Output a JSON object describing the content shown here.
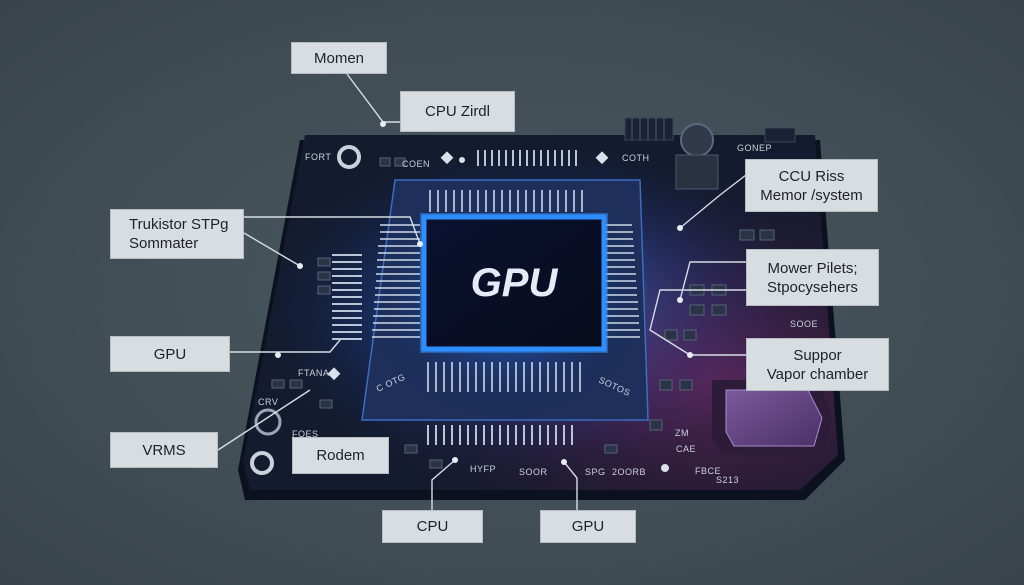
{
  "chip": {
    "title": "GPU"
  },
  "board_marks": {
    "top_left": "FORT",
    "top_mid": "COEN",
    "top_right": "COTH",
    "top_far_right": "GONEP",
    "right_mid": "SOOE",
    "chip_left": "C OTG",
    "chip_right": "SOTOS",
    "left_stack": "FTANA",
    "left_low": "CRV",
    "bottom_left": "FOES",
    "bottom_mid1": "HYFP",
    "bottom_mid2": "SOOR",
    "bottom_mid3": "SPG",
    "bottom_mid4": "2OORB",
    "bottom_right": "S213",
    "bottom_right2": "FBCE",
    "right_low": "ZM",
    "right_low2": "CAE"
  },
  "labels": {
    "momen": [
      "Momen"
    ],
    "cpu_zirdl": [
      "CPU Zirdl"
    ],
    "trukistor": [
      "Trukistor STPg",
      "Sommater"
    ],
    "ccu_riss": [
      "CCU Riss",
      "Memor /system"
    ],
    "mower_pilets": [
      "Mower Pilets;",
      "Stpocysehers"
    ],
    "gpu_left": [
      "GPU"
    ],
    "suppor": [
      "Suppor",
      "Vapor chamber"
    ],
    "vrms": [
      "VRMS"
    ],
    "rodem": [
      "Rodem"
    ],
    "cpu_bottom": [
      "CPU"
    ],
    "gpu_bottom": [
      "GPU"
    ]
  },
  "colors": {
    "board": "#121829",
    "chip_glow": "#2f8cff",
    "heatsink": "#5b3c7a"
  }
}
